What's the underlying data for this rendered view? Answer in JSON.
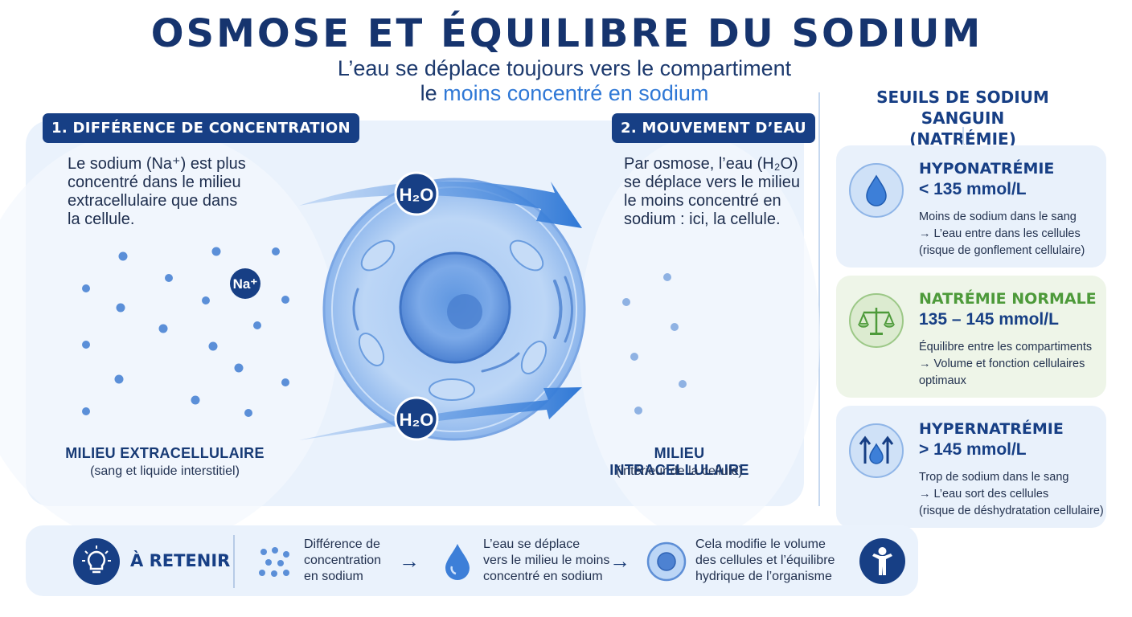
{
  "title": "OSMOSE ET ÉQUILIBRE DU SODIUM",
  "subtitle": {
    "line1": "L’eau se déplace toujours vers le compartiment",
    "line2_prefix": "le ",
    "line2_highlight": "moins concentré en sodium"
  },
  "step1": {
    "label": "1. DIFFÉRENCE DE CONCENTRATION",
    "text_lines": [
      "Le sodium (Na⁺) est plus",
      "concentré dans le milieu",
      "extracellulaire que dans",
      "la cellule."
    ]
  },
  "step2": {
    "label": "2. MOUVEMENT D’EAU",
    "text_lines": [
      "Par osmose, l’eau (H₂O)",
      "se déplace vers le milieu",
      "le moins concentré en",
      "sodium : ici, la cellule."
    ]
  },
  "diagram": {
    "na_badge": "Na⁺",
    "water_badge_top": "H₂O",
    "water_badge_bottom": "H₂O",
    "extracellular": {
      "title": "MILIEU EXTRACELLULAIRE",
      "subtitle": "(sang et liquide interstitiel)"
    },
    "intracellular": {
      "title": "MILIEU INTRACELLULAIRE",
      "subtitle": "(intérieur de la cellule)"
    }
  },
  "thresholds": {
    "title_line1": "SEUILS DE SODIUM SANGUIN",
    "title_line2": "(NATRÉMIE)",
    "cards": [
      {
        "name": "HYPONATRÉMIE",
        "range": "< 135 mmol/L",
        "desc_lines": [
          "Moins de sodium dans le sang",
          "→ L’eau entre dans les cellules",
          "(risque de gonflement cellulaire)"
        ],
        "icon": "water-drop-icon",
        "color": "#173f85"
      },
      {
        "name": "NATRÉMIE NORMALE",
        "range": "135 – 145 mmol/L",
        "desc_lines": [
          "Équilibre entre les compartiments",
          "→ Volume et fonction cellulaires",
          "optimaux"
        ],
        "icon": "balance-scale-icon",
        "color": "#4d9a3a"
      },
      {
        "name": "HYPERNATRÉMIE",
        "range": "> 145 mmol/L",
        "desc_lines": [
          "Trop de sodium dans le sang",
          "→ L’eau sort des cellules",
          "(risque de déshydratation cellulaire)"
        ],
        "icon": "drop-with-arrows-icon",
        "color": "#173f85"
      }
    ]
  },
  "takeaway": {
    "heading": "À RETENIR",
    "step1_lines": [
      "Différence de",
      "concentration",
      "en sodium"
    ],
    "step2_lines": [
      "L’eau se déplace",
      "vers le milieu le moins",
      "concentré en sodium"
    ],
    "step3_lines": [
      "Cela modifie le volume",
      "des cellules et l’équilibre",
      "hydrique de l’organisme"
    ],
    "arrow": "→"
  },
  "colors": {
    "navy": "#173f85",
    "accent_blue": "#2f78d6",
    "panel_bg": "#eaf2fc",
    "green": "#4d9a3a",
    "green_bg": "#eef5e8"
  }
}
